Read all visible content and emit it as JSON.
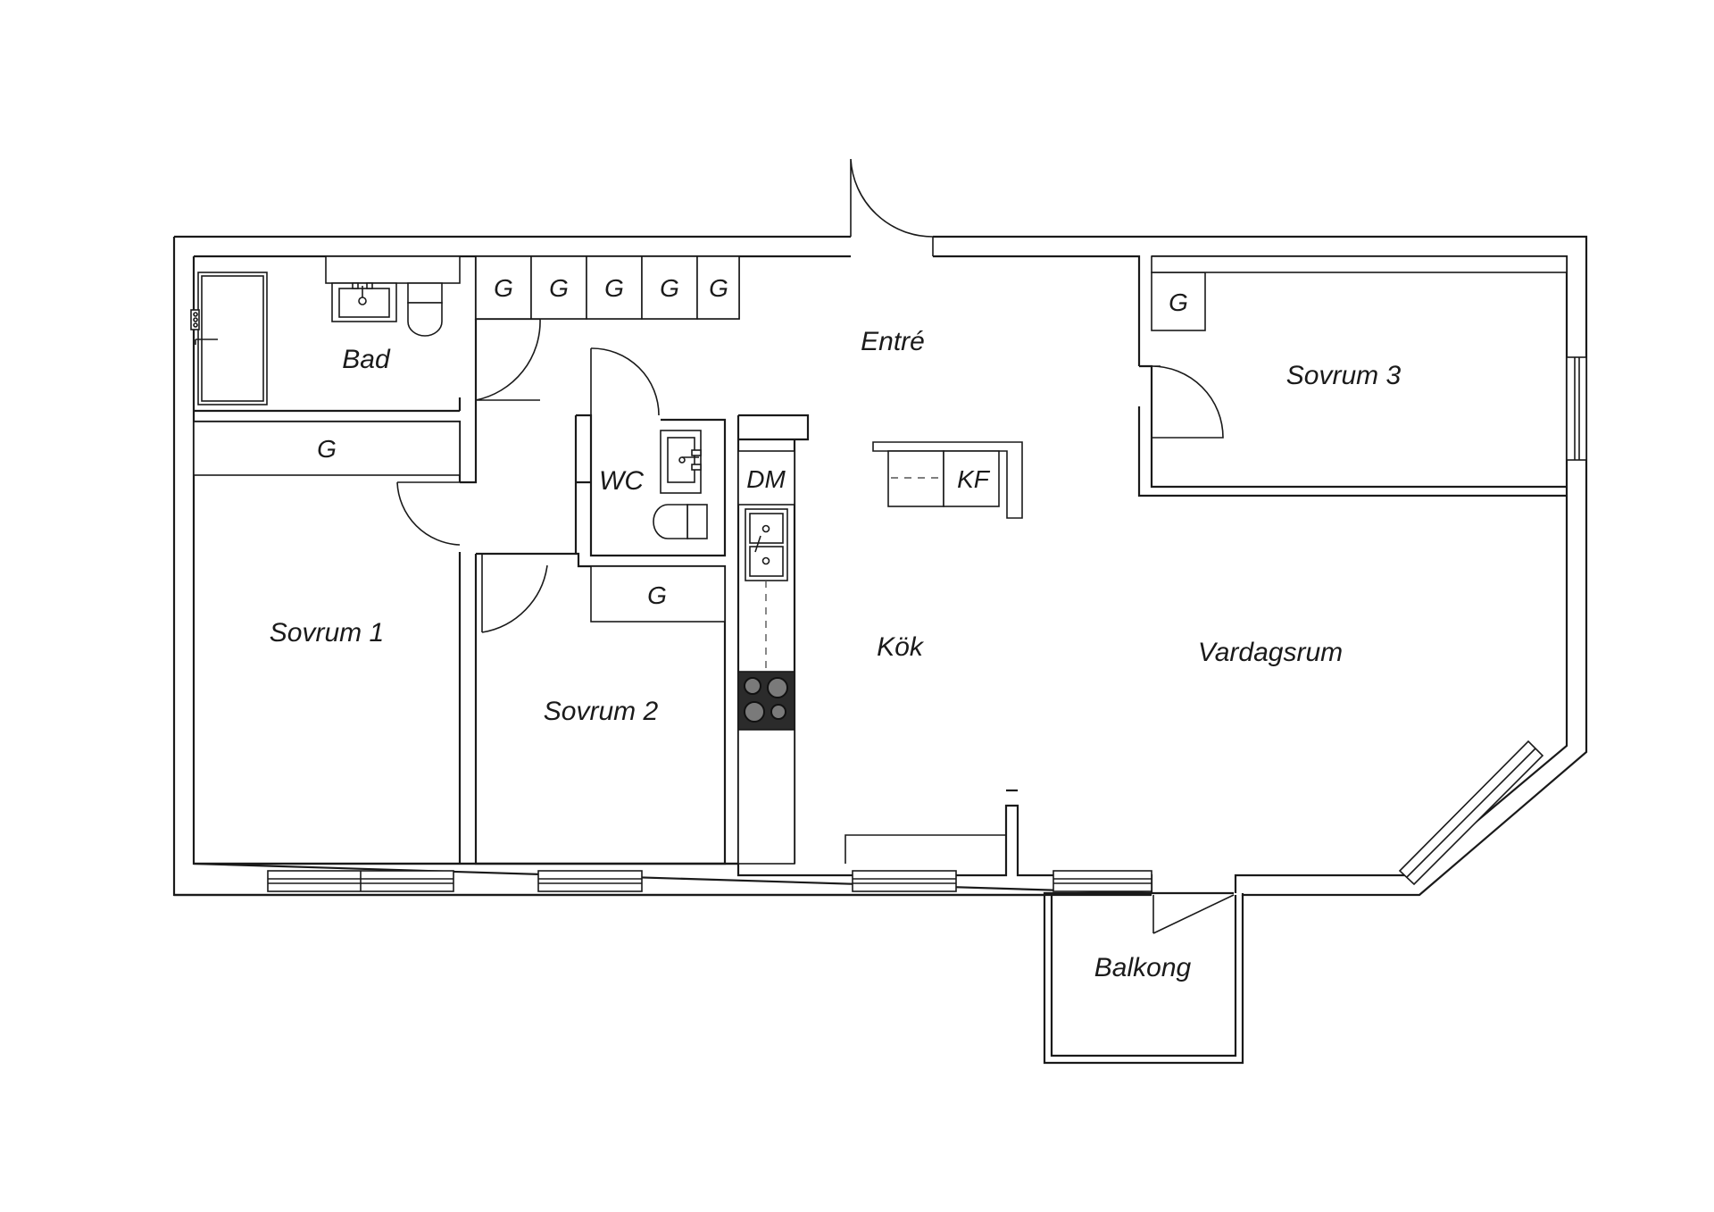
{
  "rooms": {
    "entre": "Entré",
    "bad": "Bad",
    "wc": "WC",
    "sovrum1": "Sovrum 1",
    "sovrum2": "Sovrum 2",
    "sovrum3": "Sovrum 3",
    "kok": "Kök",
    "vardagsrum": "Vardagsrum",
    "balkong": "Balkong"
  },
  "fixtures": {
    "garderob": "G",
    "diskmaskin": "DM",
    "kyl_frys": "KF"
  },
  "colors": {
    "line": "#1a1a1a",
    "background": "#ffffff",
    "stove": "#2b2b2b"
  }
}
